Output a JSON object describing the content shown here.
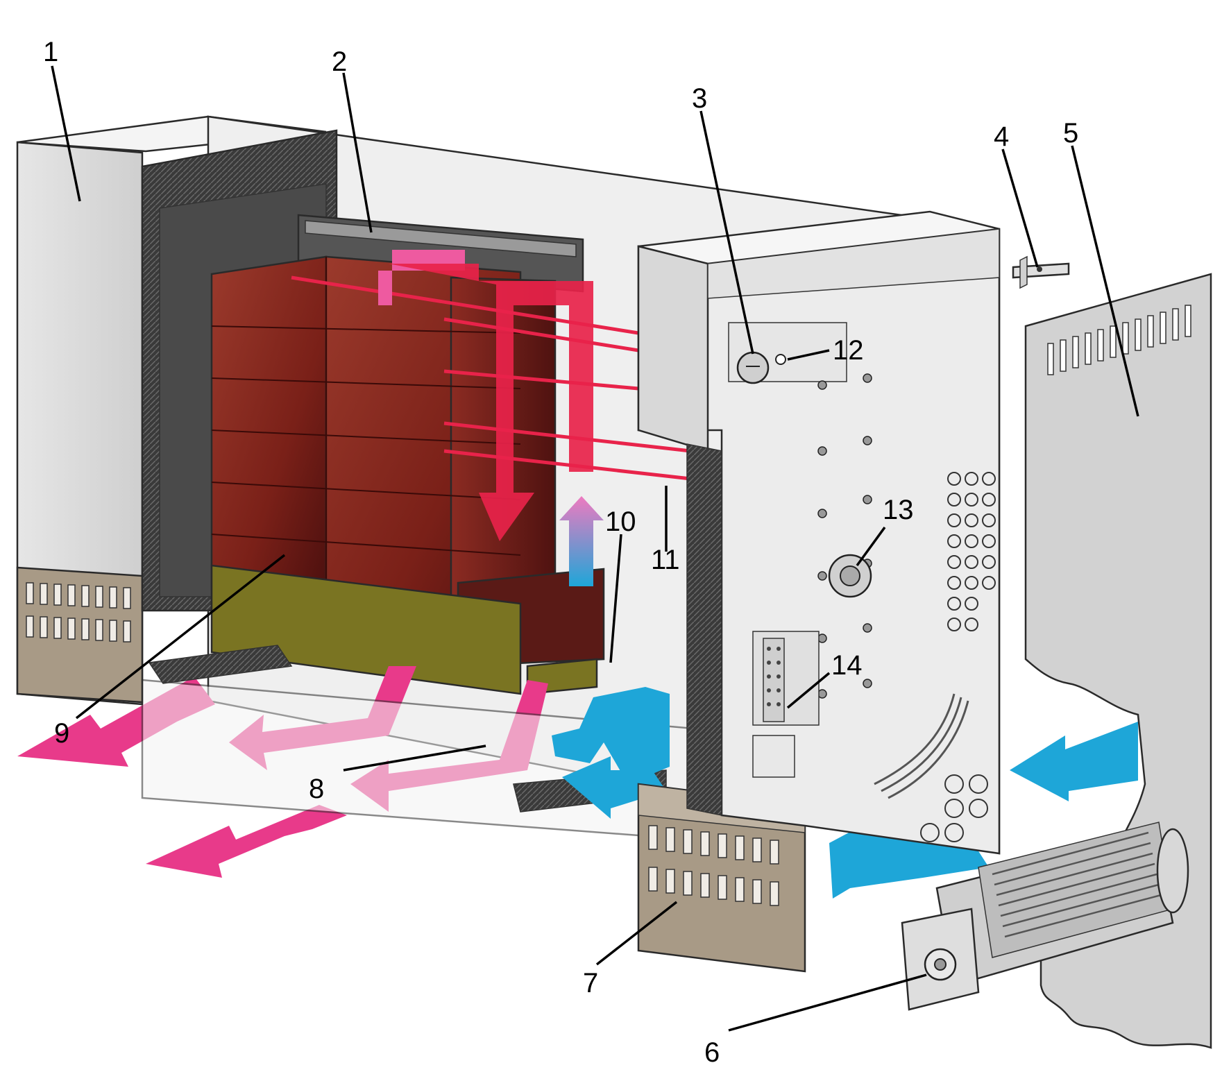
{
  "labels": {
    "l1": "1",
    "l2": "2",
    "l3": "3",
    "l4": "4",
    "l5": "5",
    "l6": "6",
    "l7": "7",
    "l8": "8",
    "l9": "9",
    "l10": "10",
    "l11": "11",
    "l12": "12",
    "l13": "13",
    "l14": "14"
  },
  "colors": {
    "casing": "#dcdcdc",
    "casing_top": "#f2f2f2",
    "insulation": "#3c3c3c",
    "brick": "#8a2a22",
    "brick_dark": "#5a1a16",
    "base_plinth": "#7a7422",
    "grille": "#a89a86",
    "hot_air": "#e8234a",
    "warm_air": "#ee5aa0",
    "cold_air": "#1ea6d8"
  }
}
